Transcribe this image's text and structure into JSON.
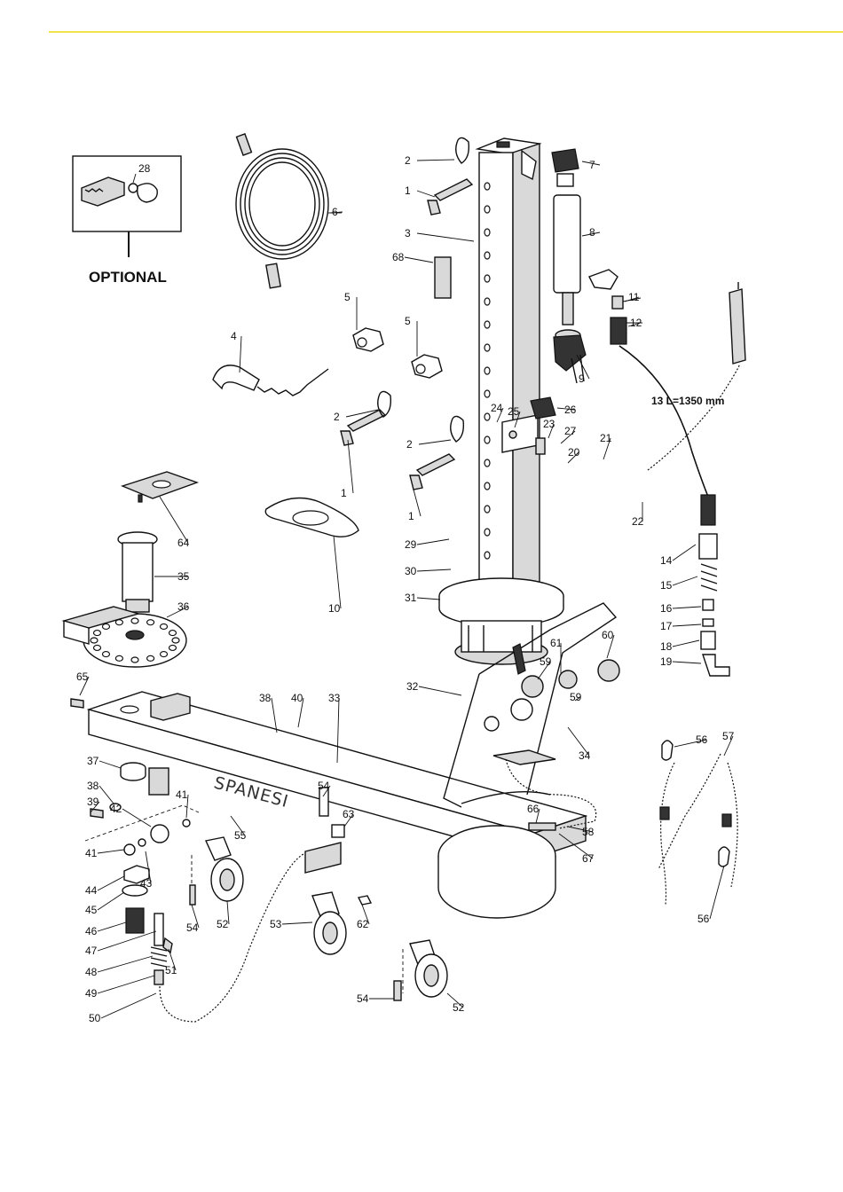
{
  "optional_box": {
    "part_number": "28",
    "caption": "OPTIONAL"
  },
  "brand_text": "SPANESI",
  "hose_spec": "13 L=1350 mm",
  "callouts": [
    {
      "id": "c2a",
      "text": "2"
    },
    {
      "id": "c1a",
      "text": "1"
    },
    {
      "id": "c3",
      "text": "3"
    },
    {
      "id": "c6",
      "text": "6"
    },
    {
      "id": "c68",
      "text": "68"
    },
    {
      "id": "c7",
      "text": "7"
    },
    {
      "id": "c8",
      "text": "8"
    },
    {
      "id": "c11",
      "text": "11"
    },
    {
      "id": "c12",
      "text": "12"
    },
    {
      "id": "c5a",
      "text": "5"
    },
    {
      "id": "c5b",
      "text": "5"
    },
    {
      "id": "c9",
      "text": "9"
    },
    {
      "id": "c4",
      "text": "4"
    },
    {
      "id": "c2b",
      "text": "2"
    },
    {
      "id": "c1b",
      "text": "1"
    },
    {
      "id": "c2c",
      "text": "2"
    },
    {
      "id": "c1c",
      "text": "1"
    },
    {
      "id": "c24",
      "text": "24"
    },
    {
      "id": "c25",
      "text": "25"
    },
    {
      "id": "c26",
      "text": "26"
    },
    {
      "id": "c23",
      "text": "23"
    },
    {
      "id": "c27",
      "text": "27"
    },
    {
      "id": "c21",
      "text": "21"
    },
    {
      "id": "c20",
      "text": "20"
    },
    {
      "id": "c22",
      "text": "22"
    },
    {
      "id": "c64",
      "text": "64"
    },
    {
      "id": "c10",
      "text": "10"
    },
    {
      "id": "c29",
      "text": "29"
    },
    {
      "id": "c30",
      "text": "30"
    },
    {
      "id": "c31",
      "text": "31"
    },
    {
      "id": "c14",
      "text": "14"
    },
    {
      "id": "c15",
      "text": "15"
    },
    {
      "id": "c16",
      "text": "16"
    },
    {
      "id": "c17",
      "text": "17"
    },
    {
      "id": "c18",
      "text": "18"
    },
    {
      "id": "c19",
      "text": "19"
    },
    {
      "id": "c35",
      "text": "35"
    },
    {
      "id": "c36",
      "text": "36"
    },
    {
      "id": "c65",
      "text": "65"
    },
    {
      "id": "c61",
      "text": "61"
    },
    {
      "id": "c60",
      "text": "60"
    },
    {
      "id": "c59a",
      "text": "59"
    },
    {
      "id": "c59b",
      "text": "59"
    },
    {
      "id": "c32",
      "text": "32"
    },
    {
      "id": "c34",
      "text": "34"
    },
    {
      "id": "c38a",
      "text": "38"
    },
    {
      "id": "c40",
      "text": "40"
    },
    {
      "id": "c33",
      "text": "33"
    },
    {
      "id": "c56a",
      "text": "56"
    },
    {
      "id": "c57",
      "text": "57"
    },
    {
      "id": "c37",
      "text": "37"
    },
    {
      "id": "c38b",
      "text": "38"
    },
    {
      "id": "c39",
      "text": "39"
    },
    {
      "id": "c42",
      "text": "42"
    },
    {
      "id": "c41a",
      "text": "41"
    },
    {
      "id": "c54a",
      "text": "54"
    },
    {
      "id": "c63",
      "text": "63"
    },
    {
      "id": "c55",
      "text": "55"
    },
    {
      "id": "c66",
      "text": "66"
    },
    {
      "id": "c58",
      "text": "58"
    },
    {
      "id": "c67",
      "text": "67"
    },
    {
      "id": "c41b",
      "text": "41"
    },
    {
      "id": "c43",
      "text": "43"
    },
    {
      "id": "c44",
      "text": "44"
    },
    {
      "id": "c45",
      "text": "45"
    },
    {
      "id": "c46",
      "text": "46"
    },
    {
      "id": "c54b",
      "text": "54"
    },
    {
      "id": "c52a",
      "text": "52"
    },
    {
      "id": "c53",
      "text": "53"
    },
    {
      "id": "c62",
      "text": "62"
    },
    {
      "id": "c47",
      "text": "47"
    },
    {
      "id": "c48",
      "text": "48"
    },
    {
      "id": "c51",
      "text": "51"
    },
    {
      "id": "c49",
      "text": "49"
    },
    {
      "id": "c50",
      "text": "50"
    },
    {
      "id": "c54c",
      "text": "54"
    },
    {
      "id": "c52b",
      "text": "52"
    },
    {
      "id": "c56b",
      "text": "56"
    }
  ]
}
